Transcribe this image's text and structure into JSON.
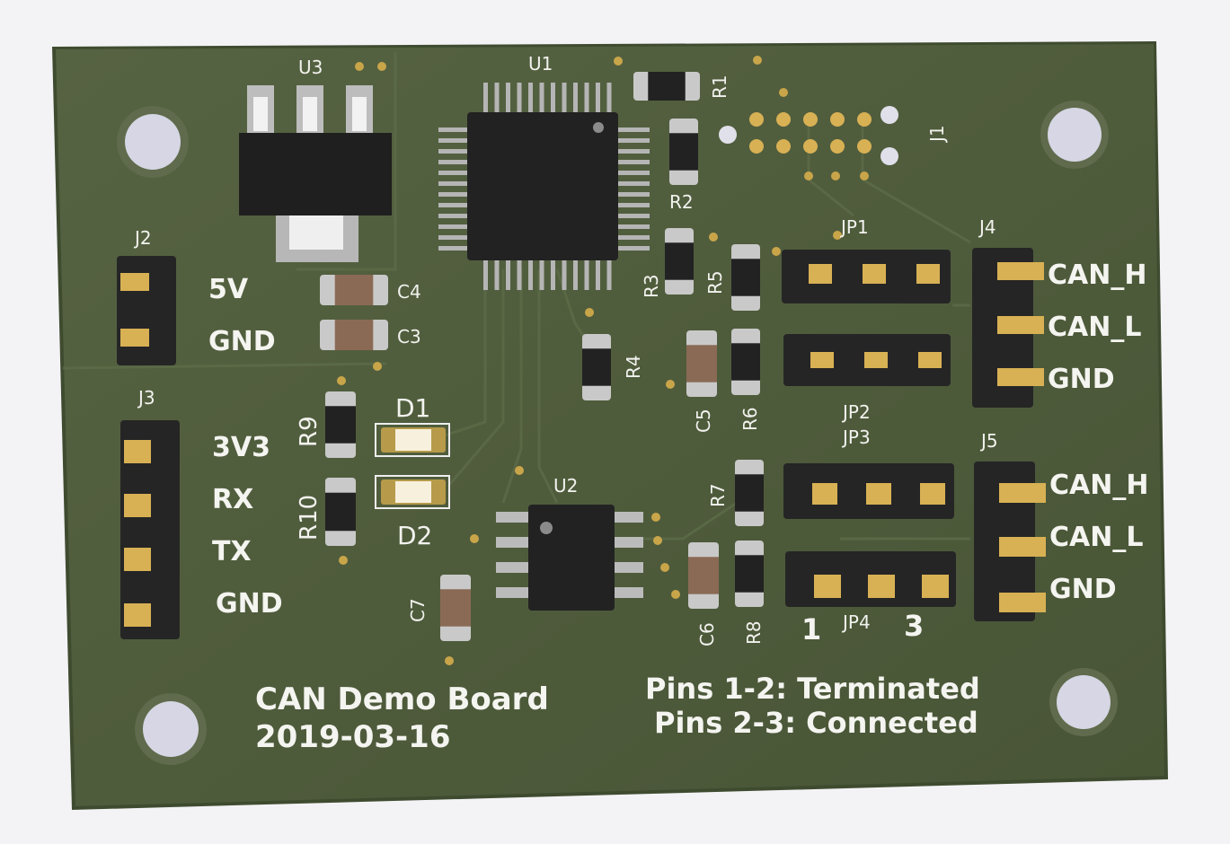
{
  "board": {
    "title": "CAN Demo Board",
    "date": "2019-03-16",
    "note_line1": "Pins 1-2: Terminated",
    "note_line2": "Pins 2-3: Connected"
  },
  "refs": {
    "u1": "U1",
    "u2": "U2",
    "u3": "U3",
    "j1": "J1",
    "j2": "J2",
    "j3": "J3",
    "j4": "J4",
    "j5": "J5",
    "jp1": "JP1",
    "jp2": "JP2",
    "jp3": "JP3",
    "jp4": "JP4",
    "r1": "R1",
    "r2": "R2",
    "r3": "R3",
    "r4": "R4",
    "r5": "R5",
    "r6": "R6",
    "r7": "R7",
    "r8": "R8",
    "r9": "R9",
    "r10": "R10",
    "c3": "C3",
    "c4": "C4",
    "c5": "C5",
    "c6": "C6",
    "c7": "C7",
    "d1": "D1",
    "d2": "D2"
  },
  "labels": {
    "j2_pin1": "5V",
    "j2_pin2": "GND",
    "j3_pin1": "3V3",
    "j3_pin2": "RX",
    "j3_pin3": "TX",
    "j3_pin4": "GND",
    "j4_pin1": "CAN_H",
    "j4_pin2": "CAN_L",
    "j4_pin3": "GND",
    "j5_pin1": "CAN_H",
    "j5_pin2": "CAN_L",
    "j5_pin3": "GND",
    "jp_pin1": "1",
    "jp_pin3": "3"
  },
  "colors": {
    "background": "#f3f3f6",
    "pcb": "#4d5a39",
    "silkscreen": "#f2f2ee",
    "gold": "#d8b154",
    "ic_body": "#222222"
  }
}
